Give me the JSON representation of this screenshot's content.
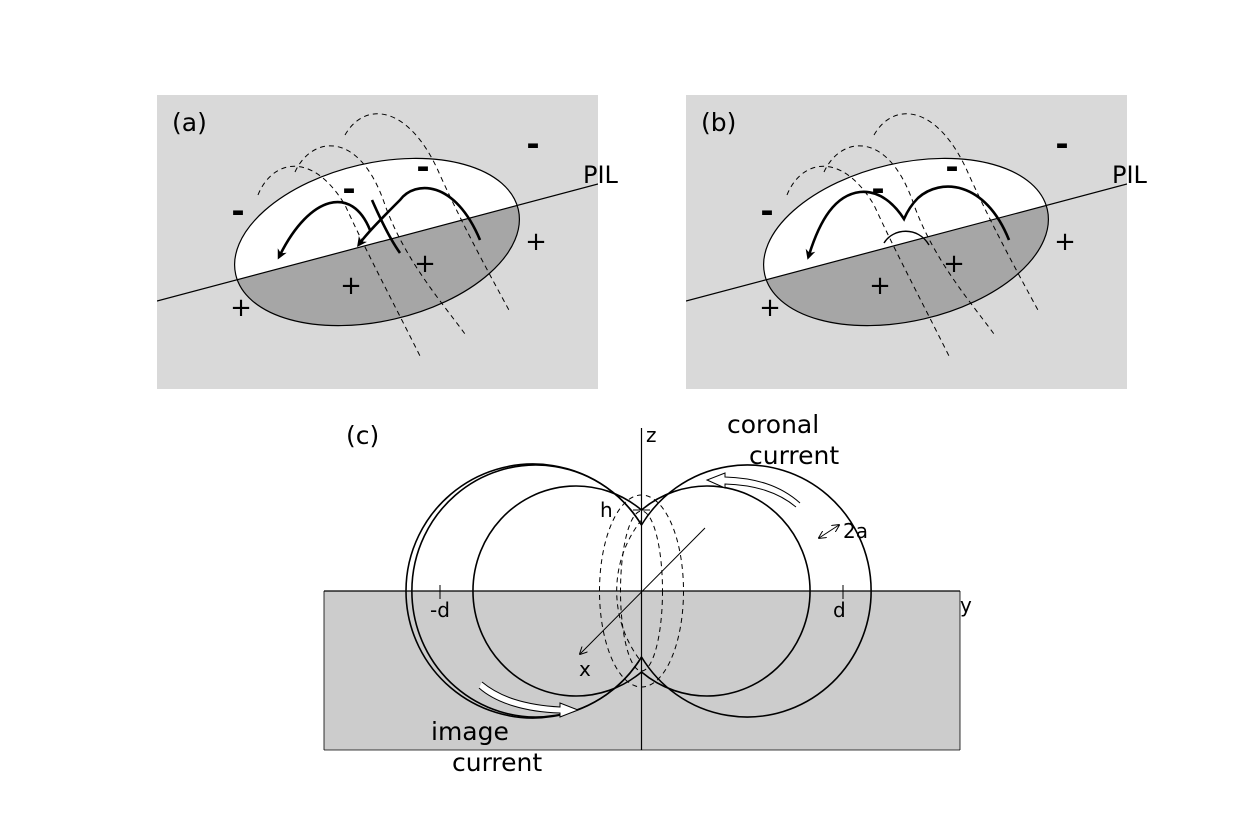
{
  "colors": {
    "background": "#ffffff",
    "panel_fill": "#d9d9d9",
    "positive_region": "#a6a6a6",
    "photosphere": "#cccccc",
    "stroke": "#000000"
  },
  "panel_a": {
    "label": "(a)",
    "pil_label": "PIL",
    "minus_signs": [
      "-",
      "-",
      "-",
      "-"
    ],
    "plus_signs": [
      "+",
      "+",
      "+",
      "+"
    ]
  },
  "panel_b": {
    "label": "(b)",
    "pil_label": "PIL",
    "minus_signs": [
      "-",
      "-",
      "-",
      "-"
    ],
    "plus_signs": [
      "+",
      "+",
      "+",
      "+"
    ]
  },
  "panel_c": {
    "label": "(c)",
    "axis_z": "z",
    "axis_y": "y",
    "axis_x": "x",
    "label_h": "h",
    "label_2a": "2a",
    "label_d": "d",
    "label_neg_d": "-d",
    "coronal_current": [
      "coronal",
      "current"
    ],
    "image_current": [
      "image",
      "current"
    ]
  }
}
